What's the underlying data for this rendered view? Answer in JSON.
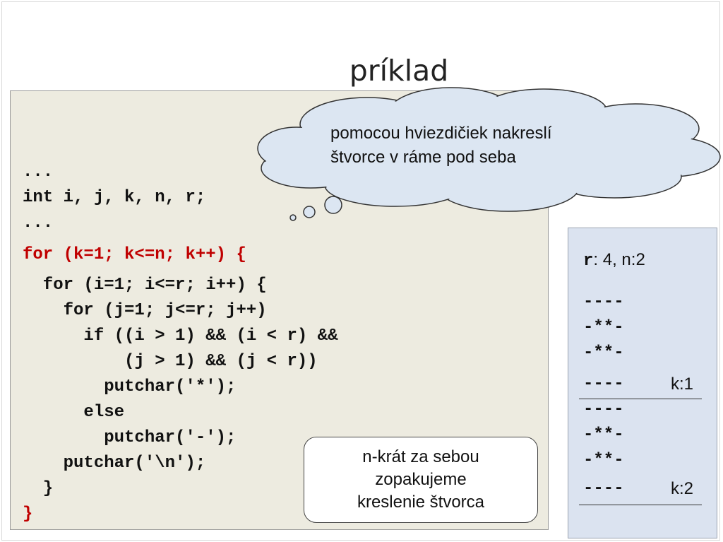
{
  "title": "príklad",
  "code": {
    "lines_top": [
      "...",
      "int i, j, k, n, r;",
      "..."
    ],
    "for_outer": "for (k=1; k<=n; k++) {",
    "lines_inner": [
      "  for (i=1; i<=r; i++) {",
      "    for (j=1; j<=r; j++)",
      "      if ((i > 1) && (i < r) &&",
      "          (j > 1) && (j < r))",
      "        putchar('*');",
      "      else",
      "        putchar('-');",
      "    putchar('\\n');",
      "  }"
    ],
    "closing": "}"
  },
  "cloud": {
    "line1": "pomocou hviezdičiek nakreslí",
    "line2": "štvorce v ráme pod seba"
  },
  "callout": {
    "line1": "n-krát za sebou",
    "line2": "zopakujeme",
    "line3": "kreslenie štvorca"
  },
  "output": {
    "param_r": "r",
    "param_rest": ": 4, n:2",
    "lines": [
      "----",
      "-**-",
      "-**-",
      "----",
      "----",
      "-**-",
      "-**-",
      "----"
    ],
    "k1": "k:1",
    "k2": "k:2"
  },
  "colors": {
    "code_bg": "#edebe0",
    "highlight": "#c00000",
    "output_bg": "#dbe3f0",
    "cloud_fill": "#dce6f2"
  }
}
